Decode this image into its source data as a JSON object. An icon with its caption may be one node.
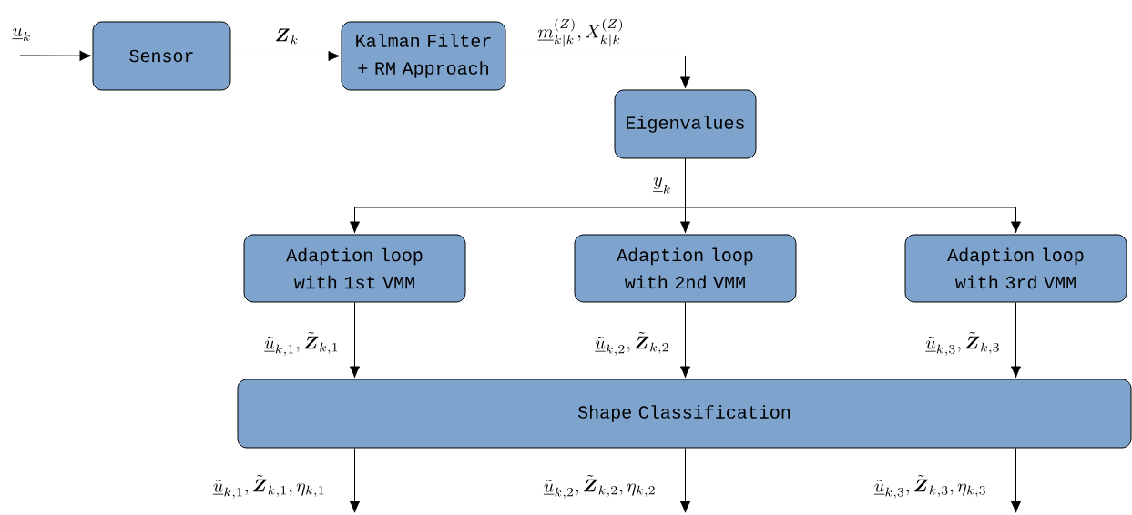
{
  "diagram": {
    "nodes": [
      {
        "text": [
          "Sensor"
        ]
      },
      {
        "text": [
          "Kalman Filter + RM Approach"
        ]
      },
      {
        "text": [
          "Eigenvalues"
        ]
      },
      {
        "text": [
          "Adaption loop with 1st VMM"
        ]
      },
      {
        "text": [
          "Adaption loop with 2nd VMM"
        ]
      },
      {
        "text": [
          "Adaption loop with 3rd VMM"
        ]
      },
      {
        "text": [
          "Shape Classification"
        ]
      }
    ],
    "edges": [
      {
        "from": null,
        "to": 0,
        "arrow": "to",
        "label": "\\underline{u}_k"
      },
      {
        "from": 0,
        "to": 1,
        "arrow": "to",
        "label": "\\boldsymbol{Z}_k"
      },
      {
        "from": 1,
        "to": 2,
        "arrow": "to",
        "label": "\\underline{m}_{k|k}^{(Z)}, X_{k|k}^{(Z)}"
      },
      {
        "from": 2,
        "to": 3,
        "arrow": "to"
      },
      {
        "from": 2,
        "to": 4,
        "arrow": "to",
        "label": "\\underline{y}_k"
      },
      {
        "from": 2,
        "to": 5,
        "arrow": "to"
      },
      {
        "from": 3,
        "to": 6,
        "arrow": "to",
        "label": "\\underline{\\tilde{u}}_{k,1}, \\tilde{\\boldsymbol{Z}}_{k,1}"
      },
      {
        "from": 4,
        "to": 6,
        "arrow": "to",
        "label": "\\underline{\\tilde{u}}_{k,2}, \\tilde{\\boldsymbol{Z}}_{k,2}"
      },
      {
        "from": 5,
        "to": 6,
        "arrow": "to",
        "label": "\\underline{\\tilde{u}}_{k,3}, \\tilde{\\boldsymbol{Z}}_{k,3}"
      },
      {
        "from": 6,
        "to": null,
        "arrow": "to",
        "label": "\\underline{\\tilde{u}}_{k,1}, \\tilde{\\boldsymbol{Z}}_{k,1}, \\eta_{k,1}"
      },
      {
        "from": 6,
        "to": null,
        "arrow": "to",
        "label": "\\underline{\\tilde{u}}_{k,2}, \\tilde{\\boldsymbol{Z}}_{k,2}, \\eta_{k,2}"
      },
      {
        "from": 6,
        "to": null,
        "arrow": "to",
        "label": "\\underline{\\tilde{u}}_{k,3}, \\tilde{\\boldsymbol{Z}}_{k,3}, \\eta_{k,3}"
      }
    ]
  }
}
